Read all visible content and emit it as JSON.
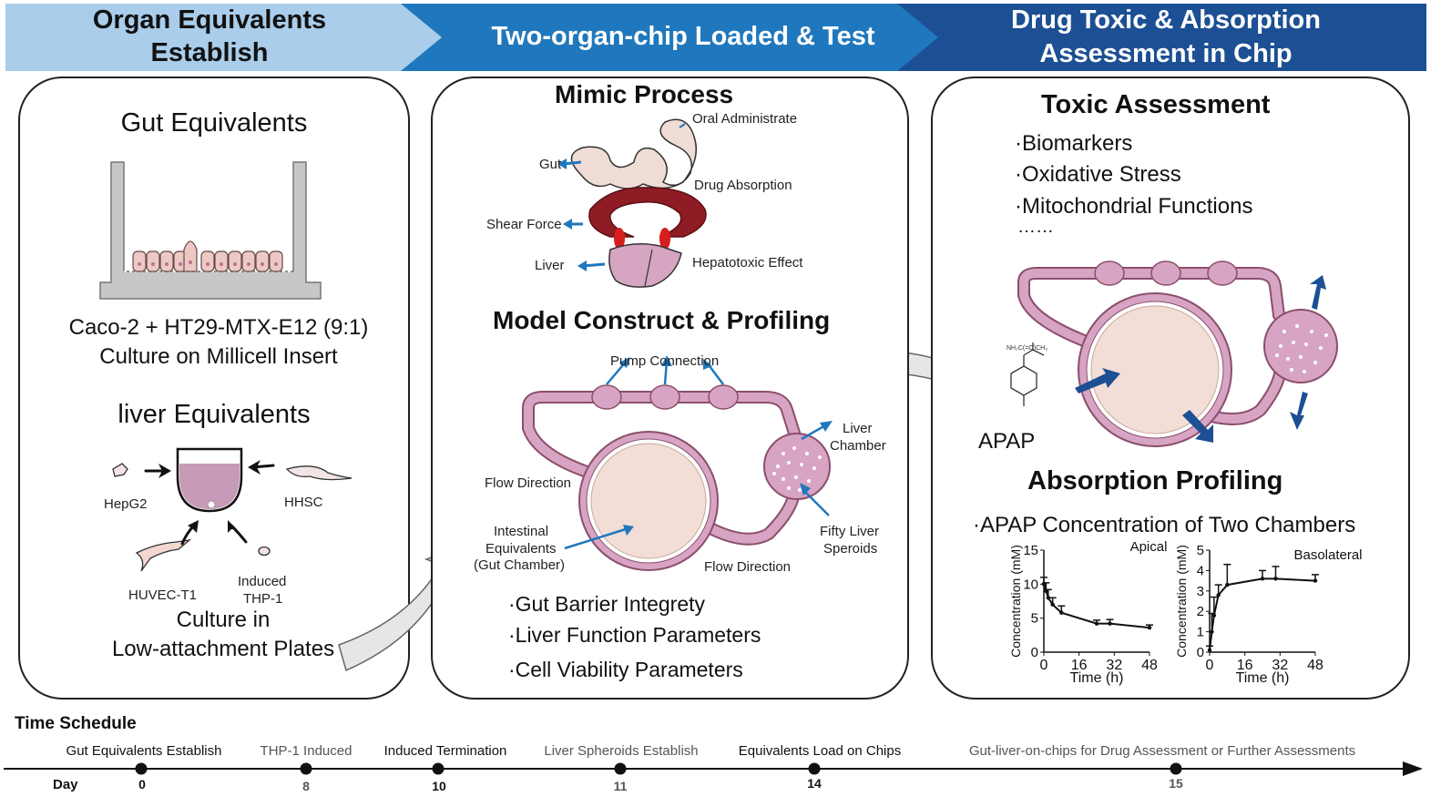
{
  "banner": {
    "stage1": "Organ Equivalents\nEstablish",
    "stage2": "Two-organ-chip Loaded & Test",
    "stage3": "Drug Toxic & Absorption\nAssessment in Chip",
    "colors": {
      "stage1": "#a9cdea",
      "stage2": "#1f78bd",
      "stage3": "#1c4f93"
    }
  },
  "panel1": {
    "gut_title": "Gut Equivalents",
    "gut_desc_1": "Caco-2 + HT29-MTX-E12 (9:1)",
    "gut_desc_2": "Culture on Millicell Insert",
    "liver_title": "liver Equivalents",
    "cells": {
      "hepg2": "HepG2",
      "hhsc": "HHSC",
      "huvec": "HUVEC-T1",
      "thp1_1": "Induced",
      "thp1_2": "THP-1"
    },
    "culture_1": "Culture in",
    "culture_2": "Low-attachment Plates"
  },
  "panel2": {
    "mimic_title": "Mimic Process",
    "mimic_labels": {
      "oral": "Oral Administrate",
      "gut": "Gut",
      "absorption": "Drug Absorption",
      "shear": "Shear Force",
      "liver": "Liver",
      "hepatotoxic": "Hepatotoxic Effect"
    },
    "model_title": "Model Construct & Profiling",
    "chip_labels": {
      "pump": "Pump Connection",
      "liver_chamber_1": "Liver",
      "liver_chamber_2": "Chamber",
      "flow1": "Flow Direction",
      "intestinal_1": "Intestinal",
      "intestinal_2": "Equivalents",
      "intestinal_3": "(Gut Chamber)",
      "fifty_1": "Fifty Liver",
      "fifty_2": "Speroids",
      "flow2": "Flow Direction"
    },
    "bullets": [
      "·Gut Barrier Integrety",
      "·Liver Function Parameters",
      "·Cell Viability Parameters"
    ]
  },
  "panel3": {
    "toxic_title": "Toxic Assessment",
    "toxic_bullets": [
      "·Biomarkers",
      "·Oxidative Stress",
      "·Mitochondrial Functions",
      "……"
    ],
    "apap_label": "APAP",
    "absorption_title": "Absorption Profiling",
    "absorption_sub": "·APAP Concentration of Two Chambers"
  },
  "chart_data": [
    {
      "type": "line",
      "title": "Apical",
      "xlabel": "Time (h)",
      "ylabel": "Concentration (mM)",
      "xlim": [
        0,
        48
      ],
      "ylim": [
        0,
        15
      ],
      "xticks": [
        "0",
        "16",
        "32",
        "48"
      ],
      "yticks": [
        "0",
        "5",
        "10",
        "15"
      ],
      "x": [
        0,
        1,
        2,
        4,
        8,
        24,
        30,
        48
      ],
      "y": [
        10.0,
        9.0,
        8.0,
        7.0,
        5.8,
        4.2,
        4.2,
        3.6
      ],
      "err": [
        1.0,
        1.2,
        1.2,
        1.0,
        1.0,
        0.5,
        0.6,
        0.4
      ]
    },
    {
      "type": "line",
      "title": "Basolateral",
      "xlabel": "Time (h)",
      "ylabel": "Concentration (mM)",
      "xlim": [
        0,
        48
      ],
      "ylim": [
        0,
        5
      ],
      "xticks": [
        "0",
        "16",
        "32",
        "48"
      ],
      "yticks": [
        "0",
        "1",
        "2",
        "3",
        "4",
        "5"
      ],
      "x": [
        0,
        1,
        2,
        4,
        8,
        24,
        30,
        48
      ],
      "y": [
        0.1,
        1.0,
        1.8,
        2.8,
        3.3,
        3.6,
        3.6,
        3.5
      ],
      "err": [
        0.2,
        0.9,
        0.9,
        0.5,
        1.0,
        0.4,
        0.6,
        0.3
      ]
    }
  ],
  "timeline": {
    "title": "Time Schedule",
    "day_label": "Day",
    "events": [
      {
        "label": "Gut Equivalents Establish",
        "day": "0"
      },
      {
        "label": "THP-1 Induced",
        "day": "8"
      },
      {
        "label": "Induced Termination",
        "day": "10"
      },
      {
        "label": "Liver Spheroids Establish",
        "day": "11"
      },
      {
        "label": "Equivalents Load on Chips",
        "day": "14"
      },
      {
        "label": "Gut-liver-on-chips for Drug Assessment or Further Assessments",
        "day": "15"
      }
    ]
  }
}
